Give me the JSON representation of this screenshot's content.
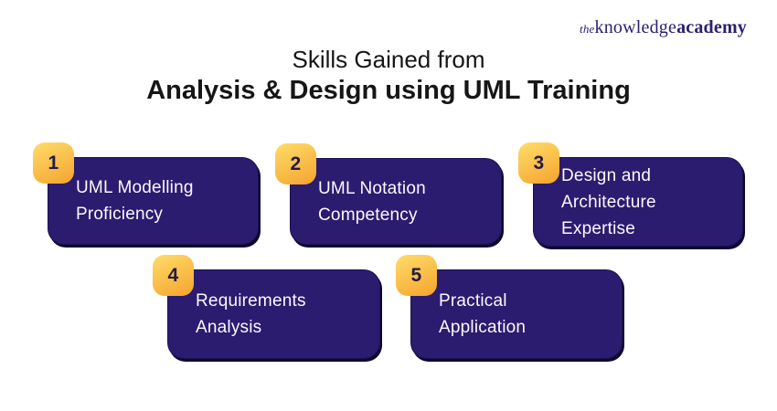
{
  "brand": {
    "the": "the",
    "knowledge": "knowledge",
    "academy": "academy"
  },
  "header": {
    "title_line1": "Skills Gained from",
    "title_line2": "Analysis & Design using UML Training"
  },
  "cards": [
    {
      "number": "1",
      "label": "UML Modelling Proficiency",
      "lines": [
        "UML Modelling",
        "Proficiency"
      ]
    },
    {
      "number": "2",
      "label": "UML Notation Competency",
      "lines": [
        "UML Notation",
        "Competency"
      ]
    },
    {
      "number": "3",
      "label": "Design and Architecture Expertise",
      "lines": [
        "Design and",
        "Architecture",
        "Expertise"
      ]
    },
    {
      "number": "4",
      "label": "Requirements Analysis",
      "lines": [
        "Requirements",
        "Analysis"
      ]
    },
    {
      "number": "5",
      "label": "Practical Application",
      "lines": [
        "Practical",
        "Application"
      ]
    }
  ],
  "colors": {
    "card_bg": "#2B1C6F",
    "card_border": "#0D0830",
    "badge_grad_start": "#FFDC69",
    "badge_grad_end": "#F5A42E",
    "badge_text": "#241A45",
    "card_text": "#FAF9FE",
    "title_text": "#161616",
    "logo_text": "#2B2171",
    "background": "#FFFFFF"
  }
}
